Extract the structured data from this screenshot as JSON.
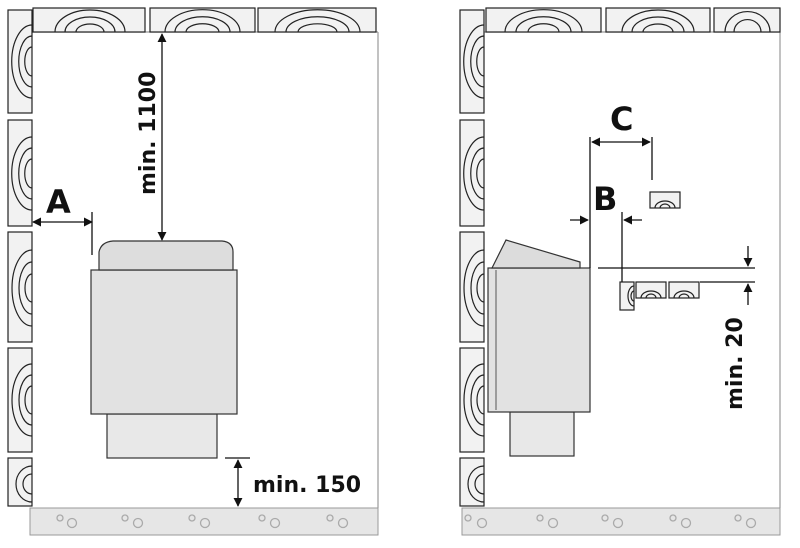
{
  "left_panel": {
    "label_a": "A",
    "label_top_clearance": "min. 1100",
    "label_floor_clearance": "min. 150"
  },
  "right_panel": {
    "label_c": "C",
    "label_b": "B",
    "label_bench_clearance": "min. 20"
  },
  "colors": {
    "wood": "#f2f2f2",
    "heater": "#e3e3e3",
    "heater_dark": "#cfcfcf",
    "floor": "#e6e6e6",
    "line": "#111111"
  }
}
